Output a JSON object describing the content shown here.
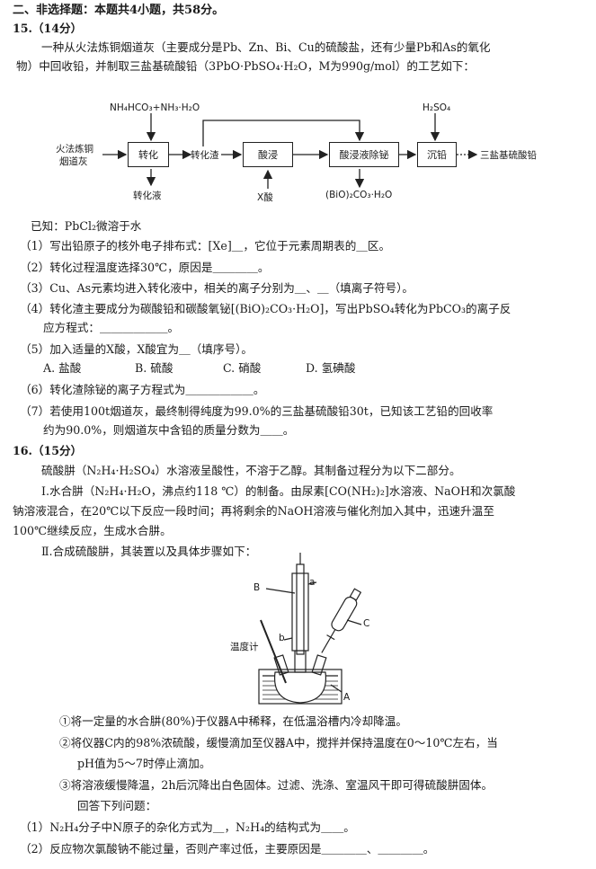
{
  "section_header": "二、非选择题：本题共4小题，共58分。",
  "q15": {
    "head": "15.（14分）",
    "intro1": "一种从火法炼铜烟道灰（主要成分是Pb、Zn、Bi、Cu的硫酸盐，还有少量Pb和As的氧化",
    "intro2": "物）中回收铅，并制取三盐基硫酸铅（3PbO·PbSO₄·H₂O，M为990g/mol）的工艺如下：",
    "flow": {
      "reagent_top_left": "NH₄HCO₃+NH₃·H₂O",
      "reagent_top_right": "H₂SO₄",
      "start_line1": "火法炼铜",
      "start_line2": "烟道灰",
      "box1": "转化",
      "mid1": "转化渣",
      "box2": "酸浸",
      "box3": "酸浸液除铋",
      "box4": "沉铅",
      "product": "三盐基硫酸铅",
      "below_box1": "转化液",
      "below_box2": "X酸",
      "below_box3": "(BiO)₂CO₃·H₂O"
    },
    "known": "已知：PbCl₂微溶于水",
    "q1": "（1）写出铅原子的核外电子排布式：[Xe]＿，它位于元素周期表的＿区。",
    "q2": "（2）转化过程温度选择30℃，原因是＿＿＿＿。",
    "q3": "（3）Cu、As元素均进入转化液中，相关的离子分别为＿、＿（填离子符号）。",
    "q4a": "（4）转化渣主要成分为碳酸铅和碳酸氧铋[(BiO)₂CO₃·H₂O]，写出PbSO₄转化为PbCO₃的离子反",
    "q4b": "应方程式：＿＿＿＿＿＿。",
    "q5": "（5）加入适量的X酸，X酸宜为＿（填序号）。",
    "q5_options": [
      "A. 盐酸",
      "B. 硫酸",
      "C. 硝酸",
      "D. 氢碘酸"
    ],
    "q6": "（6）转化渣除铋的离子方程式为＿＿＿＿＿＿。",
    "q7a": "（7）若使用100t烟道灰，最终制得纯度为99.0%的三盐基硫酸铅30t，已知该工艺铅的回收率",
    "q7b": "约为90.0%，则烟道灰中含铅的质量分数为＿＿。"
  },
  "q16": {
    "head": "16.（15分）",
    "intro": "硫酸肼（N₂H₄·H₂SO₄）水溶液呈酸性，不溶于乙醇。其制备过程分为以下二部分。",
    "part1a": "Ⅰ.水合肼（N₂H₄·H₂O，沸点约118 ℃）的制备。由尿素[CO(NH₂)₂]水溶液、NaOH和次氯酸",
    "part1b": "钠溶液混合，在20℃以下反应一段时间；再将剩余的NaOH溶液与催化剂加入其中，迅速升温至",
    "part1c": "100℃继续反应，生成水合肼。",
    "part2": "Ⅱ.合成硫酸肼，其装置以及具体步骤如下：",
    "labels": {
      "B": "B",
      "a": "a",
      "b": "b",
      "C": "C",
      "thermo": "温度计",
      "A": "A"
    },
    "step1": "①将一定量的水合肼(80%)于仪器A中稀释，在低温浴槽内冷却降温。",
    "step2a": "②将仪器C内的98%浓硫酸，缓慢滴加至仪器A中，搅拌并保持温度在0～10℃左右，当",
    "step2b": "pH值为5～7时停止滴加。",
    "step3a": "③将溶液缓慢降温，2h后沉降出白色固体。过滤、洗涤、室温风干即可得硫酸肼固体。",
    "step3b": "回答下列问题：",
    "sq1": "（1）N₂H₄分子中N原子的杂化方式为＿，N₂H₄的结构式为＿＿。",
    "sq2": "（2）反应物次氯酸钠不能过量，否则产率过低，主要原因是＿＿＿＿、＿＿＿＿。"
  }
}
